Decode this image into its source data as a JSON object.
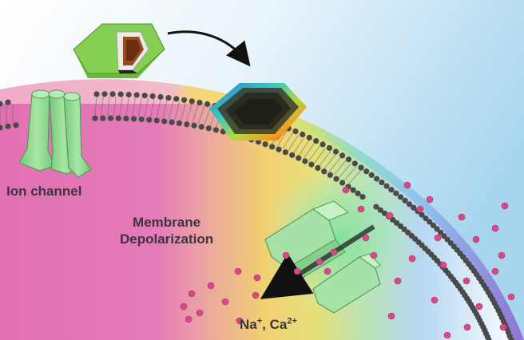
{
  "labels": {
    "ion_channel": "Ion channel",
    "membrane_line1": "Membrane",
    "membrane_line2": "Depolarization",
    "ions_na": "Na",
    "ions_na_charge": "+",
    "ions_sep": ", Ca",
    "ions_ca_charge": "2+"
  },
  "colors": {
    "channel_green": "#8ed88a",
    "nanoparticle_green": "#7cc443",
    "cytoplasm_pink": "#e173b4",
    "ion_dot": "#d84a86",
    "membrane_bead": "#4a4a4a",
    "arrow": "#111111"
  },
  "icons": [
    "ion-channel-icon",
    "nanoparticle-core-shell-icon",
    "heated-nanoparticle-icon",
    "transition-arrow-icon",
    "ion-flow-arrow-icon"
  ]
}
